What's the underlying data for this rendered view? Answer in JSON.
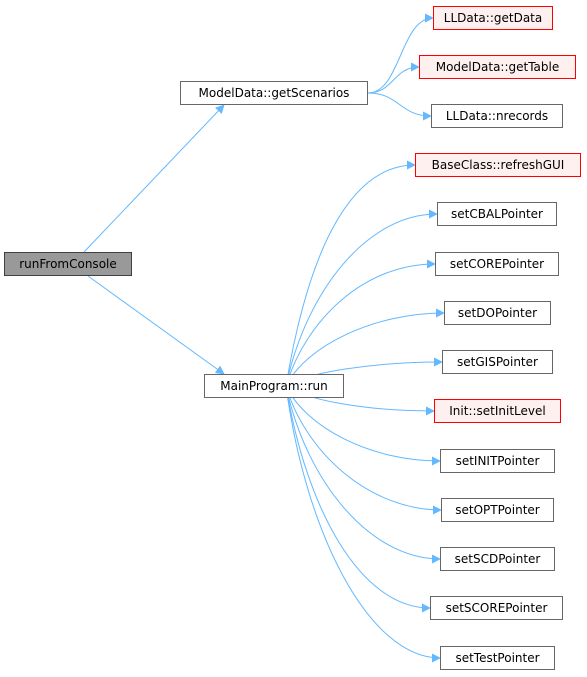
{
  "graph": {
    "edge_color": "#63b8ff",
    "nodes": {
      "runFromConsole": {
        "label": "runFromConsole",
        "style": "root"
      },
      "getScenarios": {
        "label": "ModelData::getScenarios",
        "style": "normal"
      },
      "getData": {
        "label": "LLData::getData",
        "style": "red"
      },
      "getTable": {
        "label": "ModelData::getTable",
        "style": "red"
      },
      "nrecords": {
        "label": "LLData::nrecords",
        "style": "normal"
      },
      "run": {
        "label": "MainProgram::run",
        "style": "normal"
      },
      "refreshGUI": {
        "label": "BaseClass::refreshGUI",
        "style": "red"
      },
      "setCBAL": {
        "label": "setCBALPointer",
        "style": "normal"
      },
      "setCORE": {
        "label": "setCOREPointer",
        "style": "normal"
      },
      "setDO": {
        "label": "setDOPointer",
        "style": "normal"
      },
      "setGIS": {
        "label": "setGISPointer",
        "style": "normal"
      },
      "setInitLevel": {
        "label": "Init::setInitLevel",
        "style": "red"
      },
      "setINIT": {
        "label": "setINITPointer",
        "style": "normal"
      },
      "setOPT": {
        "label": "setOPTPointer",
        "style": "normal"
      },
      "setSCD": {
        "label": "setSCDPointer",
        "style": "normal"
      },
      "setSCORE": {
        "label": "setSCOREPointer",
        "style": "normal"
      },
      "setTest": {
        "label": "setTestPointer",
        "style": "normal"
      }
    },
    "edges": [
      [
        "runFromConsole",
        "getScenarios"
      ],
      [
        "runFromConsole",
        "run"
      ],
      [
        "getScenarios",
        "getData"
      ],
      [
        "getScenarios",
        "getTable"
      ],
      [
        "getScenarios",
        "nrecords"
      ],
      [
        "run",
        "refreshGUI"
      ],
      [
        "run",
        "setCBAL"
      ],
      [
        "run",
        "setCORE"
      ],
      [
        "run",
        "setDO"
      ],
      [
        "run",
        "setGIS"
      ],
      [
        "run",
        "setInitLevel"
      ],
      [
        "run",
        "setINIT"
      ],
      [
        "run",
        "setOPT"
      ],
      [
        "run",
        "setSCD"
      ],
      [
        "run",
        "setSCORE"
      ],
      [
        "run",
        "setTest"
      ]
    ]
  }
}
